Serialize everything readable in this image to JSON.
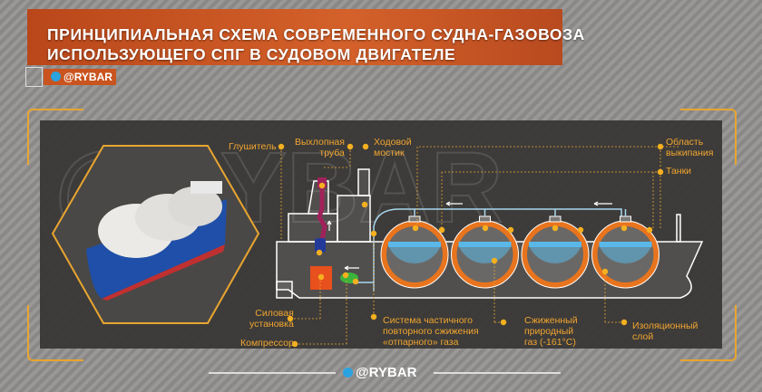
{
  "header": {
    "title_line1": "ПРИНЦИПИАЛЬНАЯ СХЕМА СОВРЕМЕННОГО СУДНА-ГАЗОВОЗА",
    "title_line2": "ИСПОЛЬЗУЮЩЕГО СПГ В СУДОВОМ ДВИГАТЕЛЕ",
    "brand": "@RYBAR"
  },
  "watermark": "@RYBAR",
  "labels": {
    "muffler": "Глушитель",
    "exhaust1": "Выхлопная",
    "exhaust2": "труба",
    "bridge1": "Ходовой",
    "bridge2": "мостик",
    "boil1": "Область",
    "boil2": "выкипания",
    "tanks": "Танки",
    "power1": "Силовая",
    "power2": "установка",
    "compressor": "Компрессор",
    "reliq1": "Система частичного",
    "reliq2": "повторного сжижения",
    "reliq3": "«отпарного» газа",
    "lng1": "Сжиженный",
    "lng2": "природный",
    "lng3": "газ (-161°С)",
    "ins1": "Изоляционный",
    "ins2": "слой"
  },
  "tank_count": 4,
  "colors": {
    "accent": "#f0a530",
    "insulation": "#e8741e",
    "lng": "#5ab8e8",
    "exhaust": "#a0225a",
    "engine": "#e8501e",
    "compressor": "#3cb43c",
    "gasline": "#a8d8f0"
  },
  "footer": {
    "brand": "@RYBAR"
  }
}
